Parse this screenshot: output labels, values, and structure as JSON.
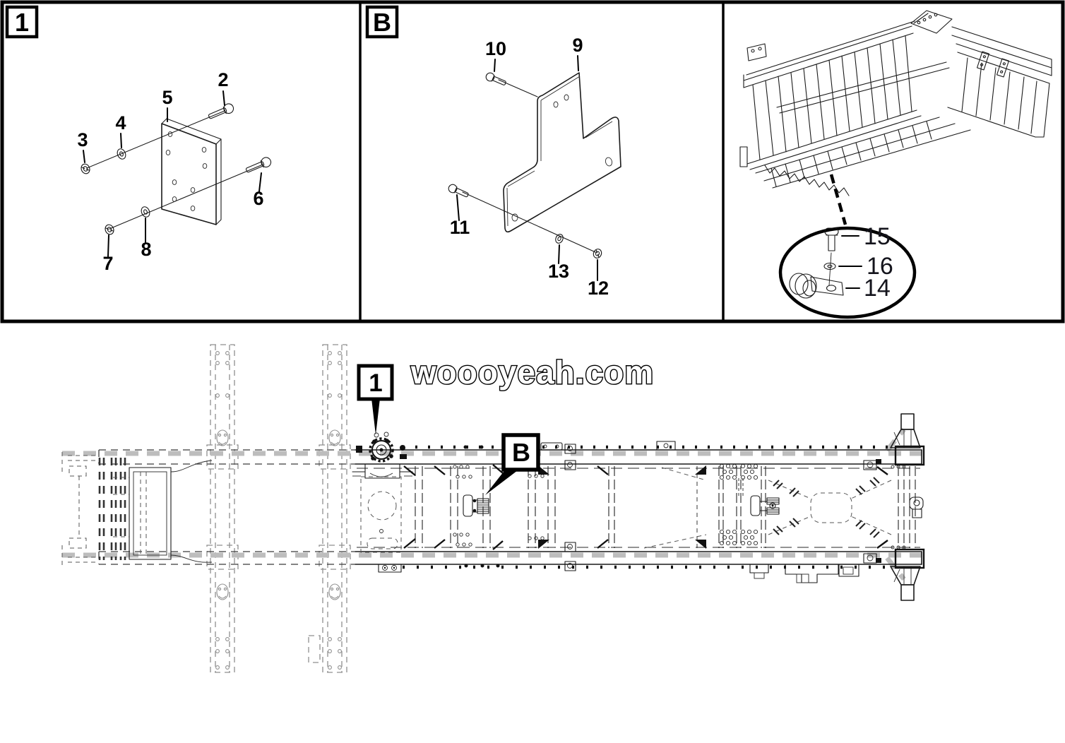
{
  "colors": {
    "line": "#1a1a1a",
    "phantom_grey": "#8f8f8f",
    "body_phantom_stripe": "#bdbdbd",
    "background": "#ffffff"
  },
  "watermark": {
    "text": "woooyeah.com"
  },
  "panel_1": {
    "label": "1",
    "parts": {
      "bolt_top": "2",
      "nut_top": "3",
      "washer_top": "4",
      "plate": "5",
      "bolt_side": "6",
      "nut_bottom": "7",
      "washer_bottom": "8"
    }
  },
  "panel_b": {
    "label": "B",
    "parts": {
      "bracket": "9",
      "bolt_top": "10",
      "bolt_bottom": "11",
      "nut": "12",
      "washer": "13"
    }
  },
  "panel_overview": {
    "parts": {
      "clamp": "14",
      "bolt": "15",
      "washer": "16"
    }
  },
  "chassis": {
    "callout_1": "1",
    "callout_b": "B"
  }
}
